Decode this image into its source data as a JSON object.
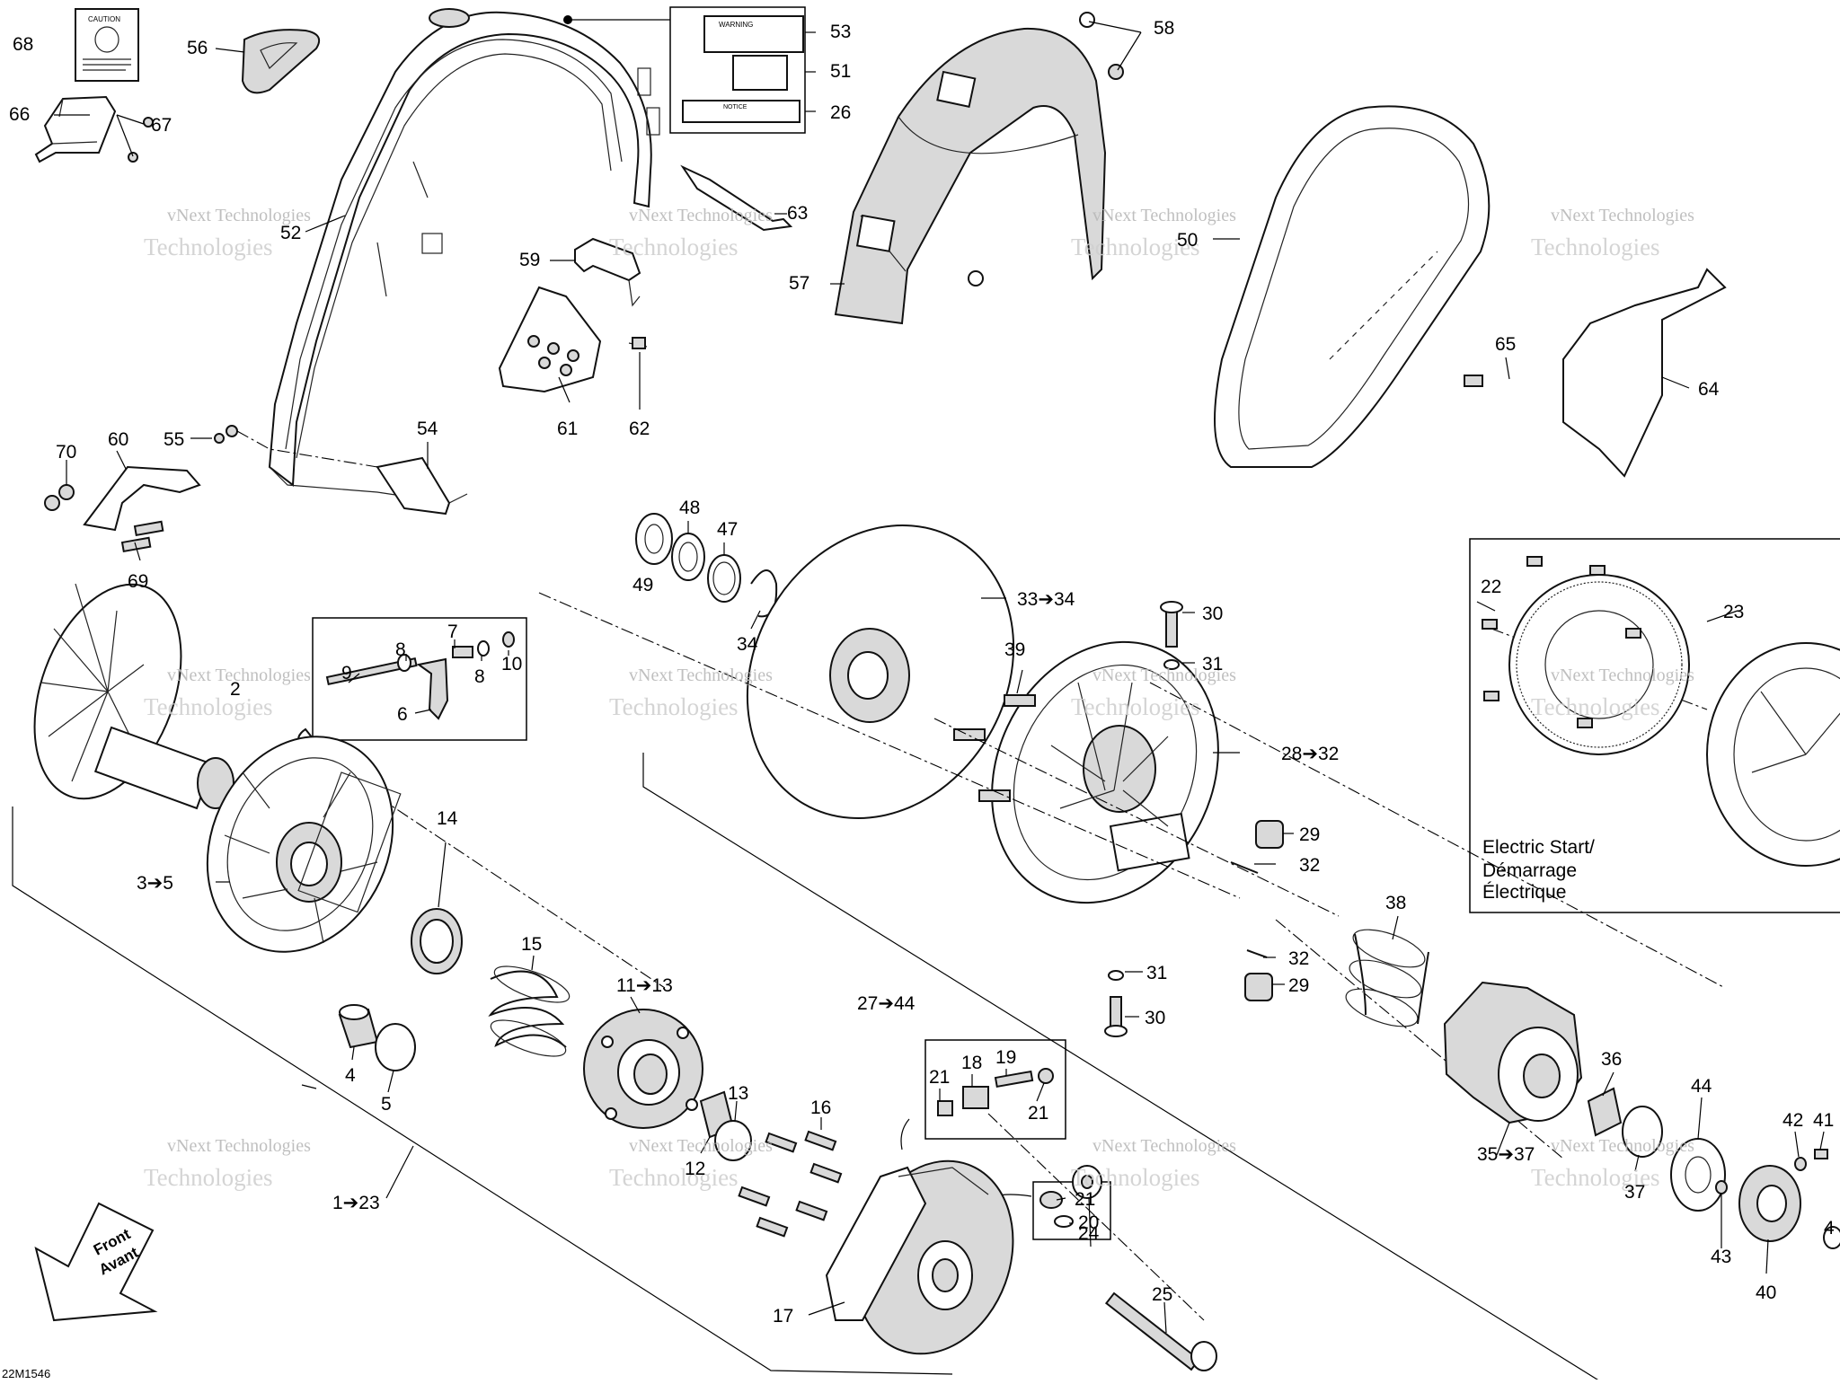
{
  "diagram": {
    "callouts": [
      {
        "id": "c68",
        "label": "68"
      },
      {
        "id": "c56",
        "label": "56"
      },
      {
        "id": "c66",
        "label": "66"
      },
      {
        "id": "c67",
        "label": "67"
      },
      {
        "id": "c53",
        "label": "53"
      },
      {
        "id": "c51",
        "label": "51"
      },
      {
        "id": "c26",
        "label": "26"
      },
      {
        "id": "c52",
        "label": "52"
      },
      {
        "id": "c63",
        "label": "63"
      },
      {
        "id": "c59",
        "label": "59"
      },
      {
        "id": "c61",
        "label": "61"
      },
      {
        "id": "c62",
        "label": "62"
      },
      {
        "id": "c55",
        "label": "55"
      },
      {
        "id": "c54",
        "label": "54"
      },
      {
        "id": "c70",
        "label": "70"
      },
      {
        "id": "c60",
        "label": "60"
      },
      {
        "id": "c69",
        "label": "69"
      },
      {
        "id": "c58",
        "label": "58"
      },
      {
        "id": "c57",
        "label": "57"
      },
      {
        "id": "c50",
        "label": "50"
      },
      {
        "id": "c65",
        "label": "65"
      },
      {
        "id": "c64",
        "label": "64"
      },
      {
        "id": "c48",
        "label": "48"
      },
      {
        "id": "c47",
        "label": "47"
      },
      {
        "id": "c49",
        "label": "49"
      },
      {
        "id": "c34",
        "label": "34"
      },
      {
        "id": "c33",
        "label": "33➔34"
      },
      {
        "id": "c30a",
        "label": "30"
      },
      {
        "id": "c31a",
        "label": "31"
      },
      {
        "id": "c39",
        "label": "39"
      },
      {
        "id": "c28",
        "label": "28➔32"
      },
      {
        "id": "c29a",
        "label": "29"
      },
      {
        "id": "c32a",
        "label": "32"
      },
      {
        "id": "c32b",
        "label": "32"
      },
      {
        "id": "c31b",
        "label": "31"
      },
      {
        "id": "c29b",
        "label": "29"
      },
      {
        "id": "c30b",
        "label": "30"
      },
      {
        "id": "c27",
        "label": "27➔44"
      },
      {
        "id": "c22",
        "label": "22"
      },
      {
        "id": "c23",
        "label": "23"
      },
      {
        "id": "c9",
        "label": "9"
      },
      {
        "id": "c8a",
        "label": "8"
      },
      {
        "id": "c7",
        "label": "7"
      },
      {
        "id": "c8b",
        "label": "8"
      },
      {
        "id": "c10",
        "label": "10"
      },
      {
        "id": "c6",
        "label": "6"
      },
      {
        "id": "c2",
        "label": "2"
      },
      {
        "id": "c3",
        "label": "3➔5"
      },
      {
        "id": "c14",
        "label": "14"
      },
      {
        "id": "c15",
        "label": "15"
      },
      {
        "id": "c11",
        "label": "11➔13"
      },
      {
        "id": "c4",
        "label": "4"
      },
      {
        "id": "c5",
        "label": "5"
      },
      {
        "id": "c13",
        "label": "13"
      },
      {
        "id": "c12",
        "label": "12"
      },
      {
        "id": "c16",
        "label": "16"
      },
      {
        "id": "c21a",
        "label": "21"
      },
      {
        "id": "c18",
        "label": "18"
      },
      {
        "id": "c19",
        "label": "19"
      },
      {
        "id": "c21b",
        "label": "21"
      },
      {
        "id": "c21c",
        "label": "21"
      },
      {
        "id": "c20",
        "label": "20"
      },
      {
        "id": "c17",
        "label": "17"
      },
      {
        "id": "c24",
        "label": "24"
      },
      {
        "id": "c25",
        "label": "25"
      },
      {
        "id": "c1",
        "label": "1➔23"
      },
      {
        "id": "c38",
        "label": "38"
      },
      {
        "id": "c36",
        "label": "36"
      },
      {
        "id": "c35",
        "label": "35➔37"
      },
      {
        "id": "c37",
        "label": "37"
      },
      {
        "id": "c44",
        "label": "44"
      },
      {
        "id": "c42",
        "label": "42"
      },
      {
        "id": "c41",
        "label": "41"
      },
      {
        "id": "c43",
        "label": "43"
      },
      {
        "id": "c40",
        "label": "40"
      },
      {
        "id": "c4r",
        "label": "4"
      }
    ],
    "inset": {
      "title_line1": "Electric Start/",
      "title_line2": "Démarrage",
      "title_line3": "Électrique"
    },
    "front_arrow": {
      "line1": "Front",
      "line2": "Avant"
    },
    "watermark": {
      "line1": "vNext Technologies",
      "line2": "Technologies"
    },
    "drawing_code": "22M1546",
    "decals": {
      "caution": "CAUTION",
      "warning": "WARNING",
      "notice": "NOTICE"
    }
  }
}
